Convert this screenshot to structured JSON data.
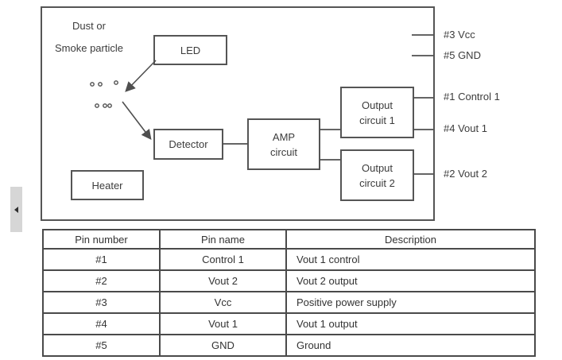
{
  "diagram": {
    "particle_caption": {
      "line1": "Dust or",
      "line2": "Smoke particle"
    },
    "blocks": {
      "led": "LED",
      "detector": "Detector",
      "heater": "Heater",
      "amp": {
        "line1": "AMP",
        "line2": "circuit"
      },
      "output1": {
        "line1": "Output",
        "line2": "circuit 1"
      },
      "output2": {
        "line1": "Output",
        "circuit": "circuit 2",
        "line2": "circuit 2"
      }
    },
    "pins": [
      {
        "label": "#3 Vcc"
      },
      {
        "label": "#5 GND"
      },
      {
        "label": "#1 Control 1"
      },
      {
        "label": "#4 Vout 1"
      },
      {
        "label": "#2 Vout 2"
      }
    ],
    "colors": {
      "line": "#4f4f4f",
      "box_border": "#555555",
      "text": "#3c3c3c"
    }
  },
  "side_handle": {
    "direction": "left"
  },
  "pin_table": {
    "headers": [
      "Pin number",
      "Pin name",
      "Description"
    ],
    "rows": [
      {
        "number": "#1",
        "name": "Control 1",
        "description": "Vout 1 control"
      },
      {
        "number": "#2",
        "name": "Vout 2",
        "description": "Vout 2 output"
      },
      {
        "number": "#3",
        "name": "Vcc",
        "description": "Positive power supply"
      },
      {
        "number": "#4",
        "name": "Vout 1",
        "description": "Vout 1 output"
      },
      {
        "number": "#5",
        "name": "GND",
        "description": "Ground"
      }
    ]
  }
}
